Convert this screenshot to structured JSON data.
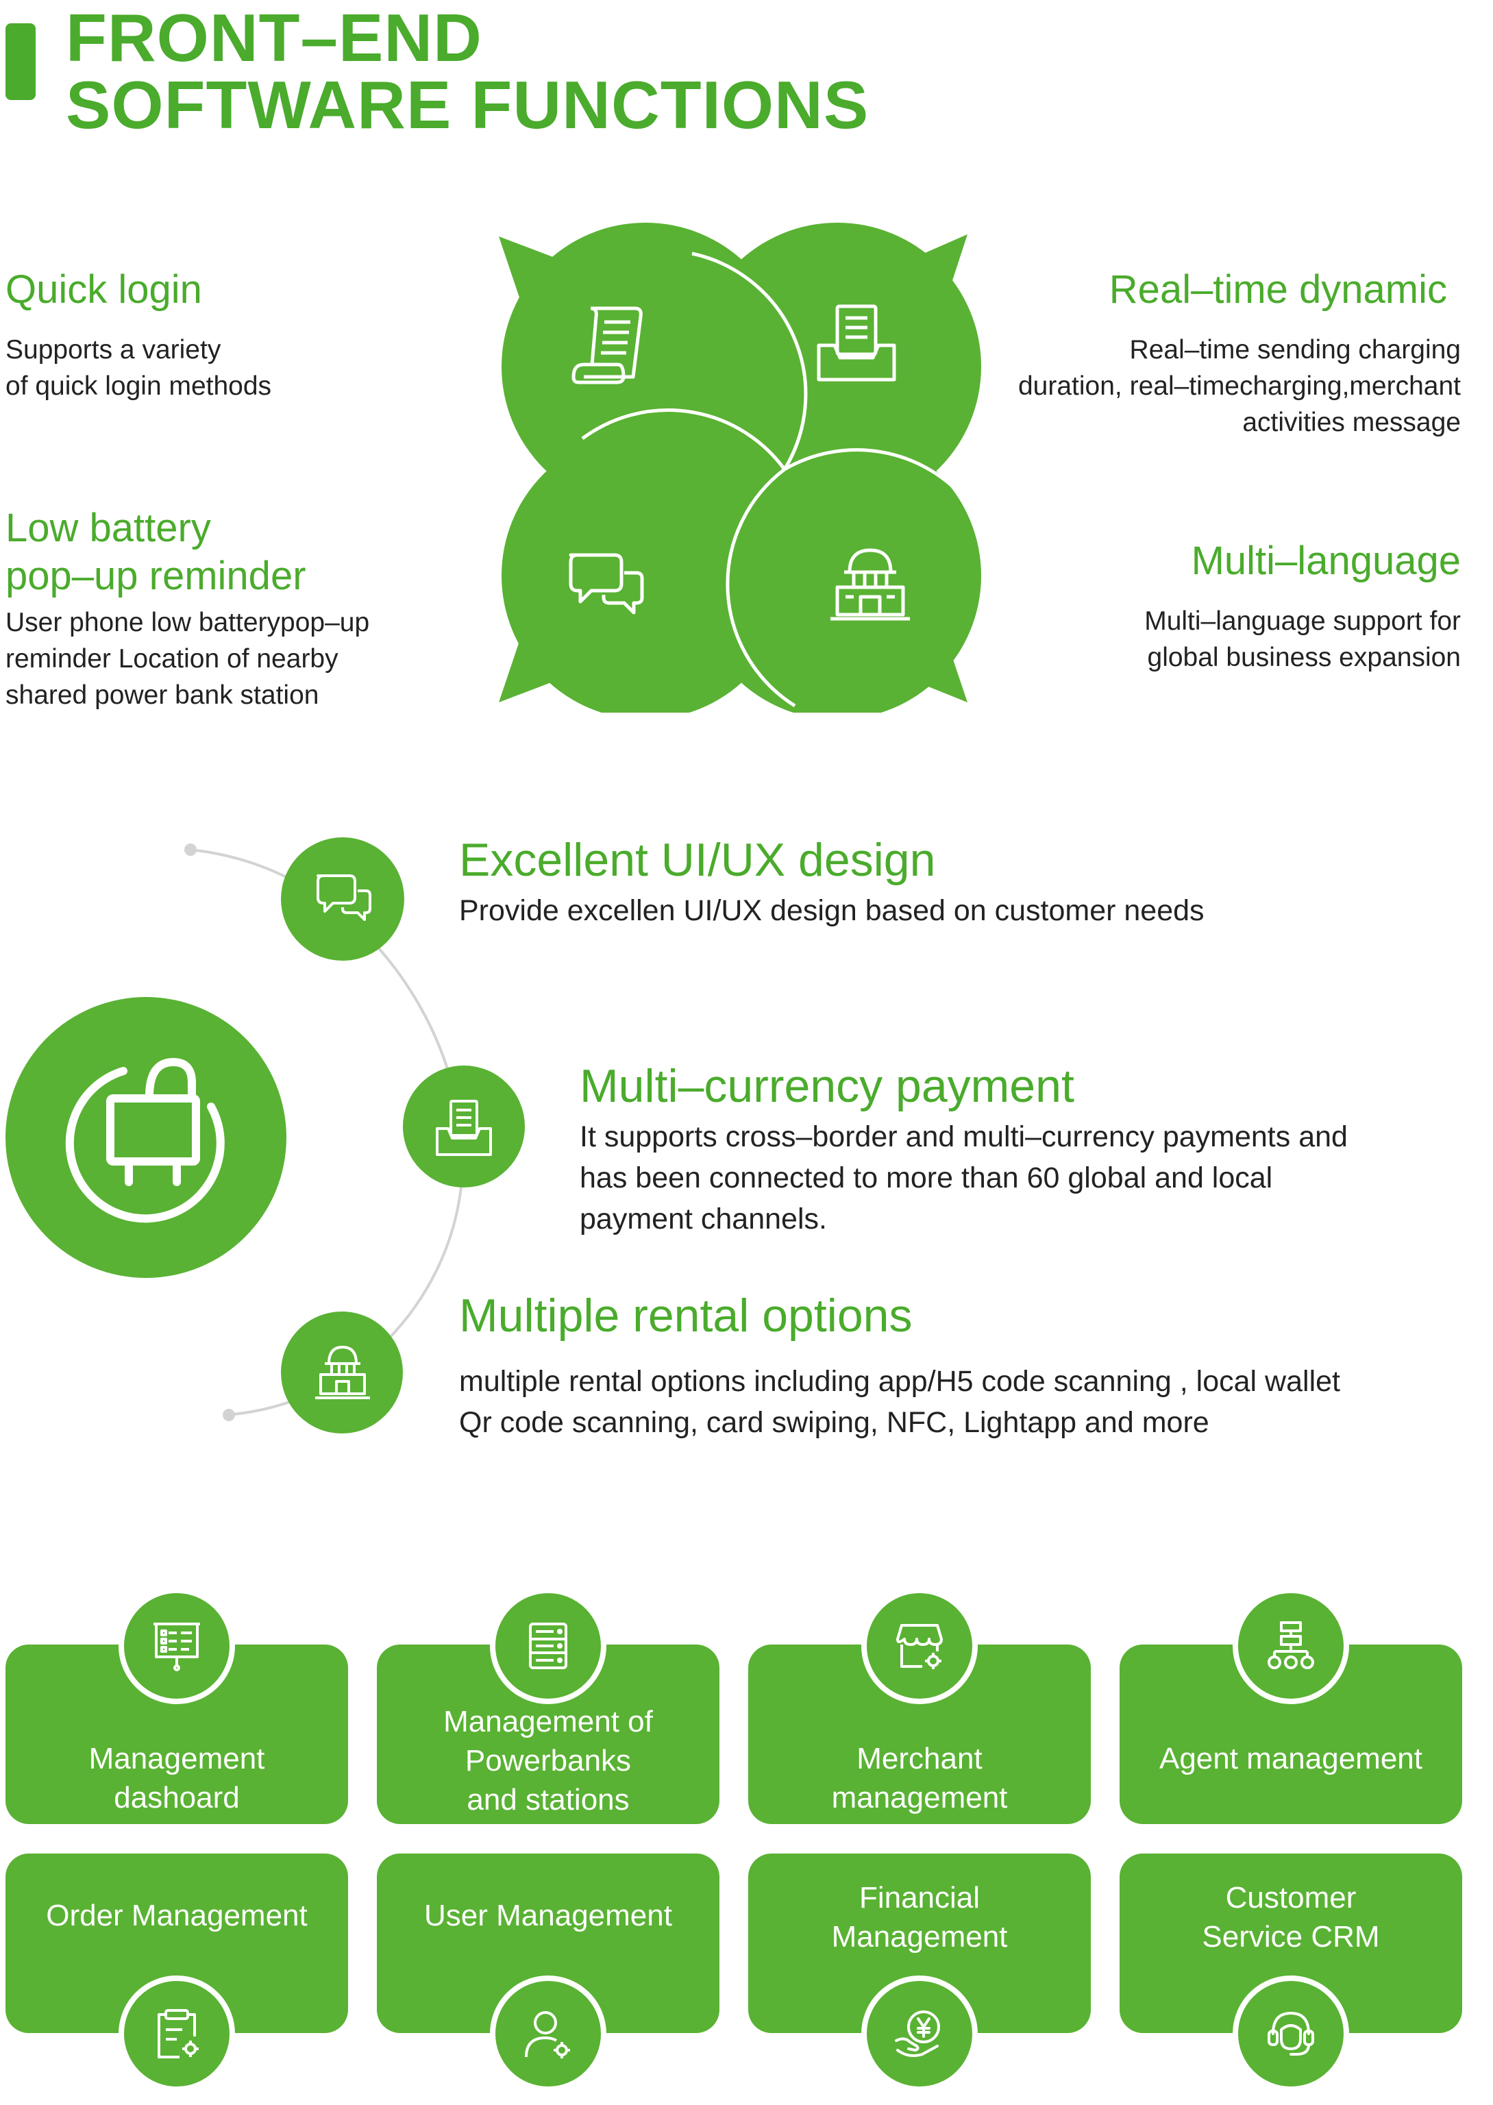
{
  "header": {
    "title_line1": "FRONT–END",
    "title_line2": "SOFTWARE FUNCTIONS"
  },
  "features": [
    {
      "title": "Quick login",
      "desc": [
        "Supports a variety",
        "of quick login methods"
      ]
    },
    {
      "title": "Real–time dynamic",
      "desc": [
        "Real–time sending charging",
        "duration, real–timecharging,merchant",
        "activities message"
      ]
    },
    {
      "title_lines": [
        "Low battery",
        "pop–up reminder"
      ],
      "desc": [
        "User phone low batterypop–up",
        "reminder Location of nearby",
        "shared power bank station"
      ]
    },
    {
      "title": "Multi–language",
      "desc": [
        "Multi–language support for",
        "global business expansion"
      ]
    }
  ],
  "highlights": [
    {
      "title": "Excellent UI/UX design",
      "desc": [
        "Provide excellen UI/UX design based on customer needs"
      ]
    },
    {
      "title": "Multi–currency payment",
      "desc": [
        "It supports cross–border and multi–currency payments and",
        "has been connected to more than 60 global and local",
        "payment channels."
      ]
    },
    {
      "title": "Multiple rental options",
      "desc": [
        "multiple rental options including app/H5 code scanning , local wallet",
        "Qr code scanning,  card swiping, NFC, Lightapp and more"
      ]
    }
  ],
  "modules": [
    {
      "label_lines": [
        "Management",
        "dashoard"
      ],
      "icon": "dashboard-board-icon"
    },
    {
      "label_lines": [
        "Management of",
        "Powerbanks",
        "and stations"
      ],
      "icon": "server-stack-icon"
    },
    {
      "label_lines": [
        "Merchant",
        "management"
      ],
      "icon": "store-gear-icon"
    },
    {
      "label_lines": [
        "Agent management"
      ],
      "icon": "hierarchy-icon"
    },
    {
      "label_lines": [
        "Order Management"
      ],
      "icon": "clipboard-gear-icon"
    },
    {
      "label_lines": [
        "User Management"
      ],
      "icon": "user-gear-icon"
    },
    {
      "label_lines": [
        "Financial",
        "Management"
      ],
      "icon": "yen-hand-icon"
    },
    {
      "label_lines": [
        "Customer",
        "Service CRM"
      ],
      "icon": "headset-agent-icon"
    }
  ],
  "colors": {
    "accent": "#4aab2c",
    "card": "#59b233"
  }
}
